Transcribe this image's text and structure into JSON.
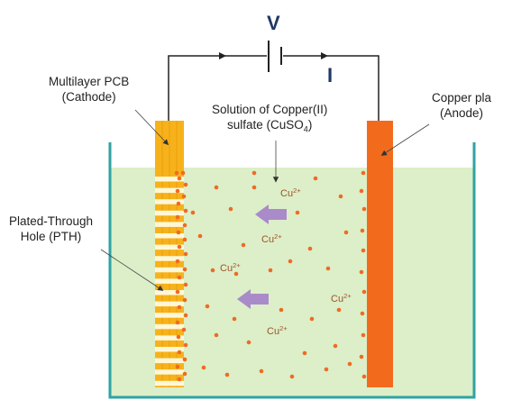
{
  "labels": {
    "voltage": "V",
    "current": "I",
    "cathode_line1": "Multilayer PCB",
    "cathode_line2": "(Cathode)",
    "anode_line1": "Copper pla",
    "anode_line2": "(Anode)",
    "solution_line1": "Solution of Copper(II)",
    "solution_line2_prefix": "sulfate (CuSO",
    "solution_sub": "4",
    "solution_suffix": ")",
    "pth_line1": "Plated-Through",
    "pth_line2": "Hole (PTH)"
  },
  "ions": [
    {
      "base": "Cu",
      "charge": "2+"
    },
    {
      "base": "Cu",
      "charge": "2+"
    },
    {
      "base": "Cu",
      "charge": "2+"
    },
    {
      "base": "Cu",
      "charge": "2+"
    },
    {
      "base": "Cu",
      "charge": "2+"
    }
  ],
  "colors": {
    "solution": "#dcefc8",
    "tank": "#2ea3a3",
    "anode": "#f26b1d",
    "cathode": "#f7b21b",
    "particle": "#f06a24",
    "arrow": "#a98bc9",
    "wire": "#222222"
  }
}
